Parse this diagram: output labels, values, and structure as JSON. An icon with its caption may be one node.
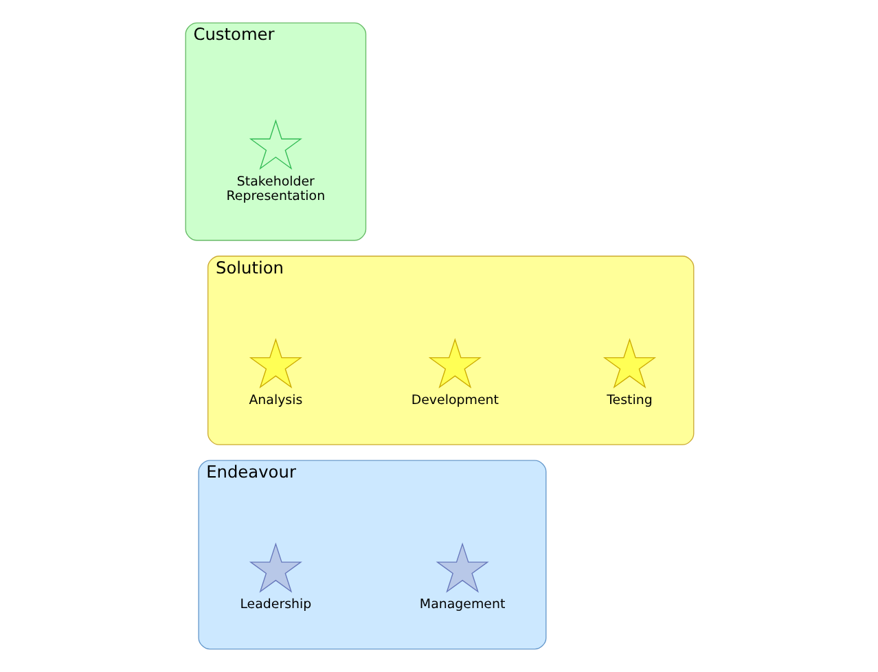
{
  "diagram": {
    "nodes": [
      {
        "text": [
          "Customer"
        ]
      },
      {
        "text": [
          "Stakeholder Representation"
        ],
        "in": 0
      },
      {
        "text": [
          "Solution"
        ]
      },
      {
        "text": [
          "Analysis"
        ],
        "in": 2
      },
      {
        "text": [
          "Development"
        ],
        "in": 2
      },
      {
        "text": [
          "Testing"
        ],
        "in": 2
      },
      {
        "text": [
          "Endeavour"
        ]
      },
      {
        "text": [
          "Leadership"
        ],
        "in": 6
      },
      {
        "text": [
          "Management"
        ],
        "in": 6
      }
    ]
  }
}
